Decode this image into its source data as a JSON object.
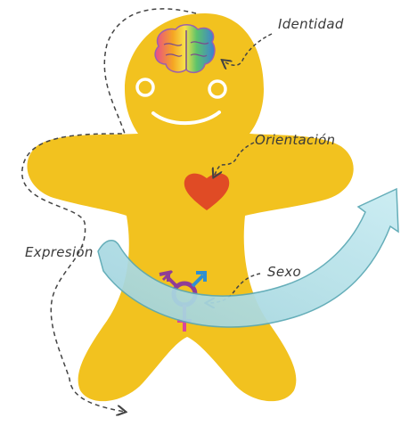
{
  "labels": {
    "identity": "Identidad",
    "orientation": "Orientación",
    "expression": "Expresión",
    "sex": "Sexo"
  },
  "colors": {
    "body": "#f2c21f",
    "face": "#ffffff",
    "heart": "#e04b25",
    "gender_symbol_purple": "#8f3d96",
    "gender_symbol_blue": "#2f8fd1",
    "gender_symbol_pink": "#d9479a",
    "arrow_fill": "#b5dfe6",
    "arrow_stroke": "#5aa8b4",
    "dashed_line": "#444444"
  },
  "icons": {
    "brain": "rainbow-brain-icon",
    "heart": "heart-icon",
    "gender": "transgender-symbol-icon"
  }
}
